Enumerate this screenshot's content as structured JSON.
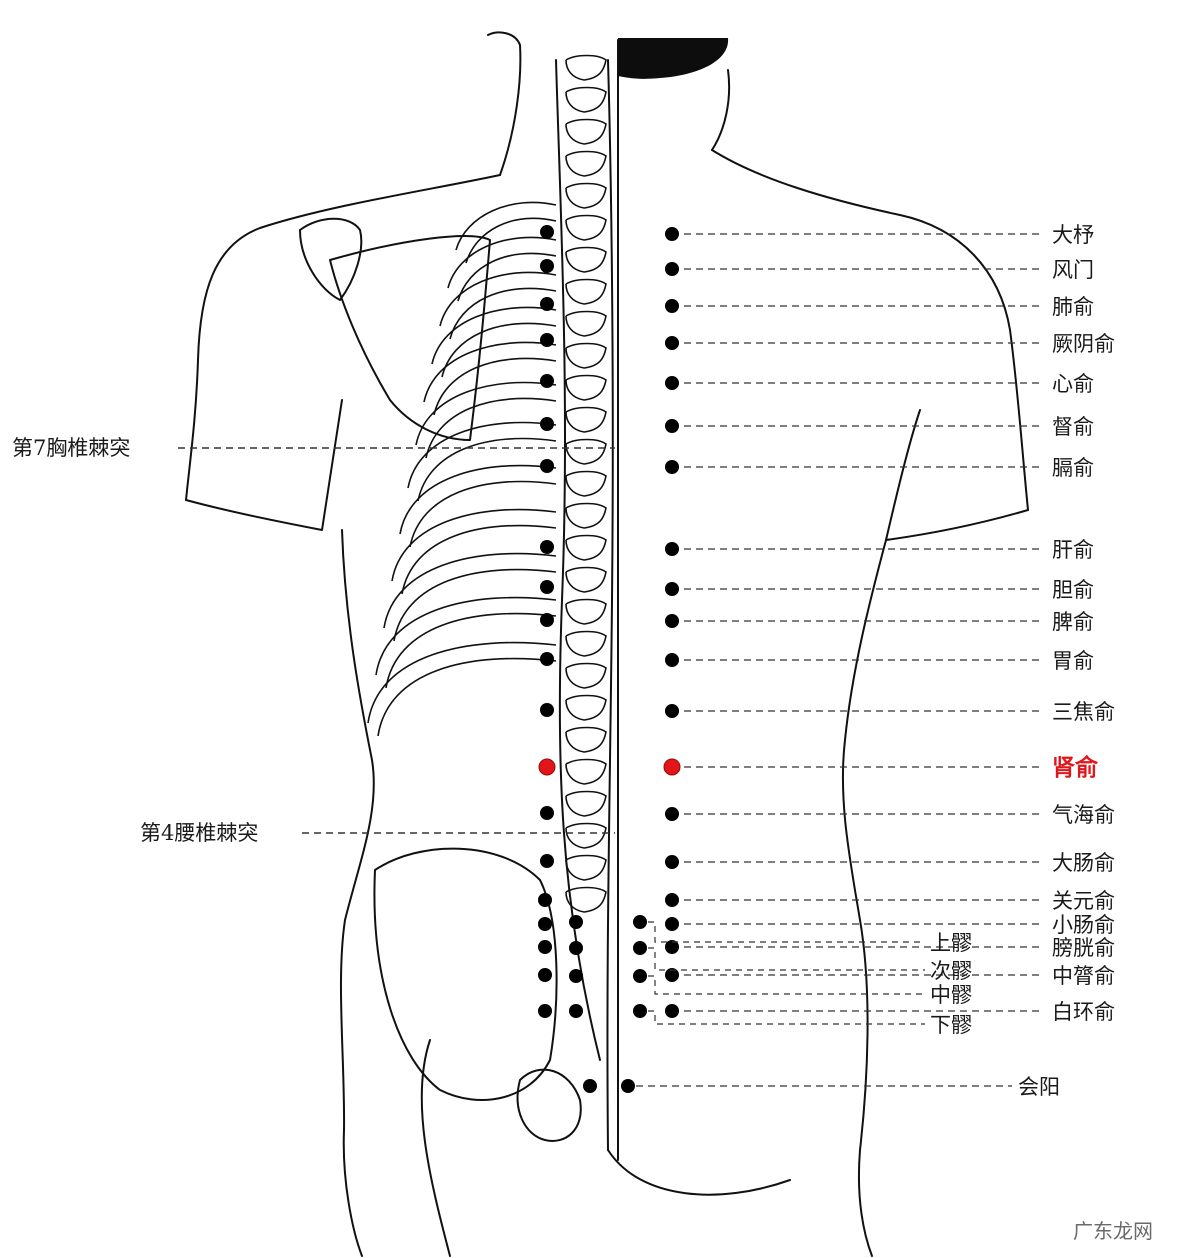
{
  "colors": {
    "dot": "#000000",
    "highlight": "#e1161b",
    "line": "#333333",
    "outline": "#111111"
  },
  "reference_labels": [
    {
      "id": "t7",
      "label": "第7胸椎棘突"
    },
    {
      "id": "l4",
      "label": "第4腰椎棘突"
    }
  ],
  "points": [
    {
      "id": "dazhu",
      "label": "大杼",
      "highlight": false
    },
    {
      "id": "fengmen",
      "label": "风门",
      "highlight": false
    },
    {
      "id": "feishu",
      "label": "肺俞",
      "highlight": false
    },
    {
      "id": "jueyinshu",
      "label": "厥阴俞",
      "highlight": false
    },
    {
      "id": "xinshu",
      "label": "心俞",
      "highlight": false
    },
    {
      "id": "dushu",
      "label": "督俞",
      "highlight": false
    },
    {
      "id": "geshu",
      "label": "膈俞",
      "highlight": false
    },
    {
      "id": "ganshu",
      "label": "肝俞",
      "highlight": false
    },
    {
      "id": "danshu",
      "label": "胆俞",
      "highlight": false
    },
    {
      "id": "pishu",
      "label": "脾俞",
      "highlight": false
    },
    {
      "id": "weishu",
      "label": "胃俞",
      "highlight": false
    },
    {
      "id": "sanjiaoshu",
      "label": "三焦俞",
      "highlight": false
    },
    {
      "id": "shenshu",
      "label": "肾俞",
      "highlight": true
    },
    {
      "id": "qihaishu",
      "label": "气海俞",
      "highlight": false
    },
    {
      "id": "dachangshu",
      "label": "大肠俞",
      "highlight": false
    },
    {
      "id": "guanyuanshu",
      "label": "关元俞",
      "highlight": false
    },
    {
      "id": "xiaochangshu",
      "label": "小肠俞",
      "highlight": false
    },
    {
      "id": "pangguangshu",
      "label": "膀胱俞",
      "highlight": false
    },
    {
      "id": "zhonglushu",
      "label": "中膂俞",
      "highlight": false
    },
    {
      "id": "baihuanshu",
      "label": "白环俞",
      "highlight": false
    }
  ],
  "sacral_points": [
    {
      "id": "shangliao",
      "label": "上髎"
    },
    {
      "id": "ciliao",
      "label": "次髎"
    },
    {
      "id": "zhongliao",
      "label": "中髎"
    },
    {
      "id": "xialiao",
      "label": "下髎"
    }
  ],
  "perineum_point": {
    "id": "huiyang",
    "label": "会阳"
  },
  "watermark": "广东龙网"
}
